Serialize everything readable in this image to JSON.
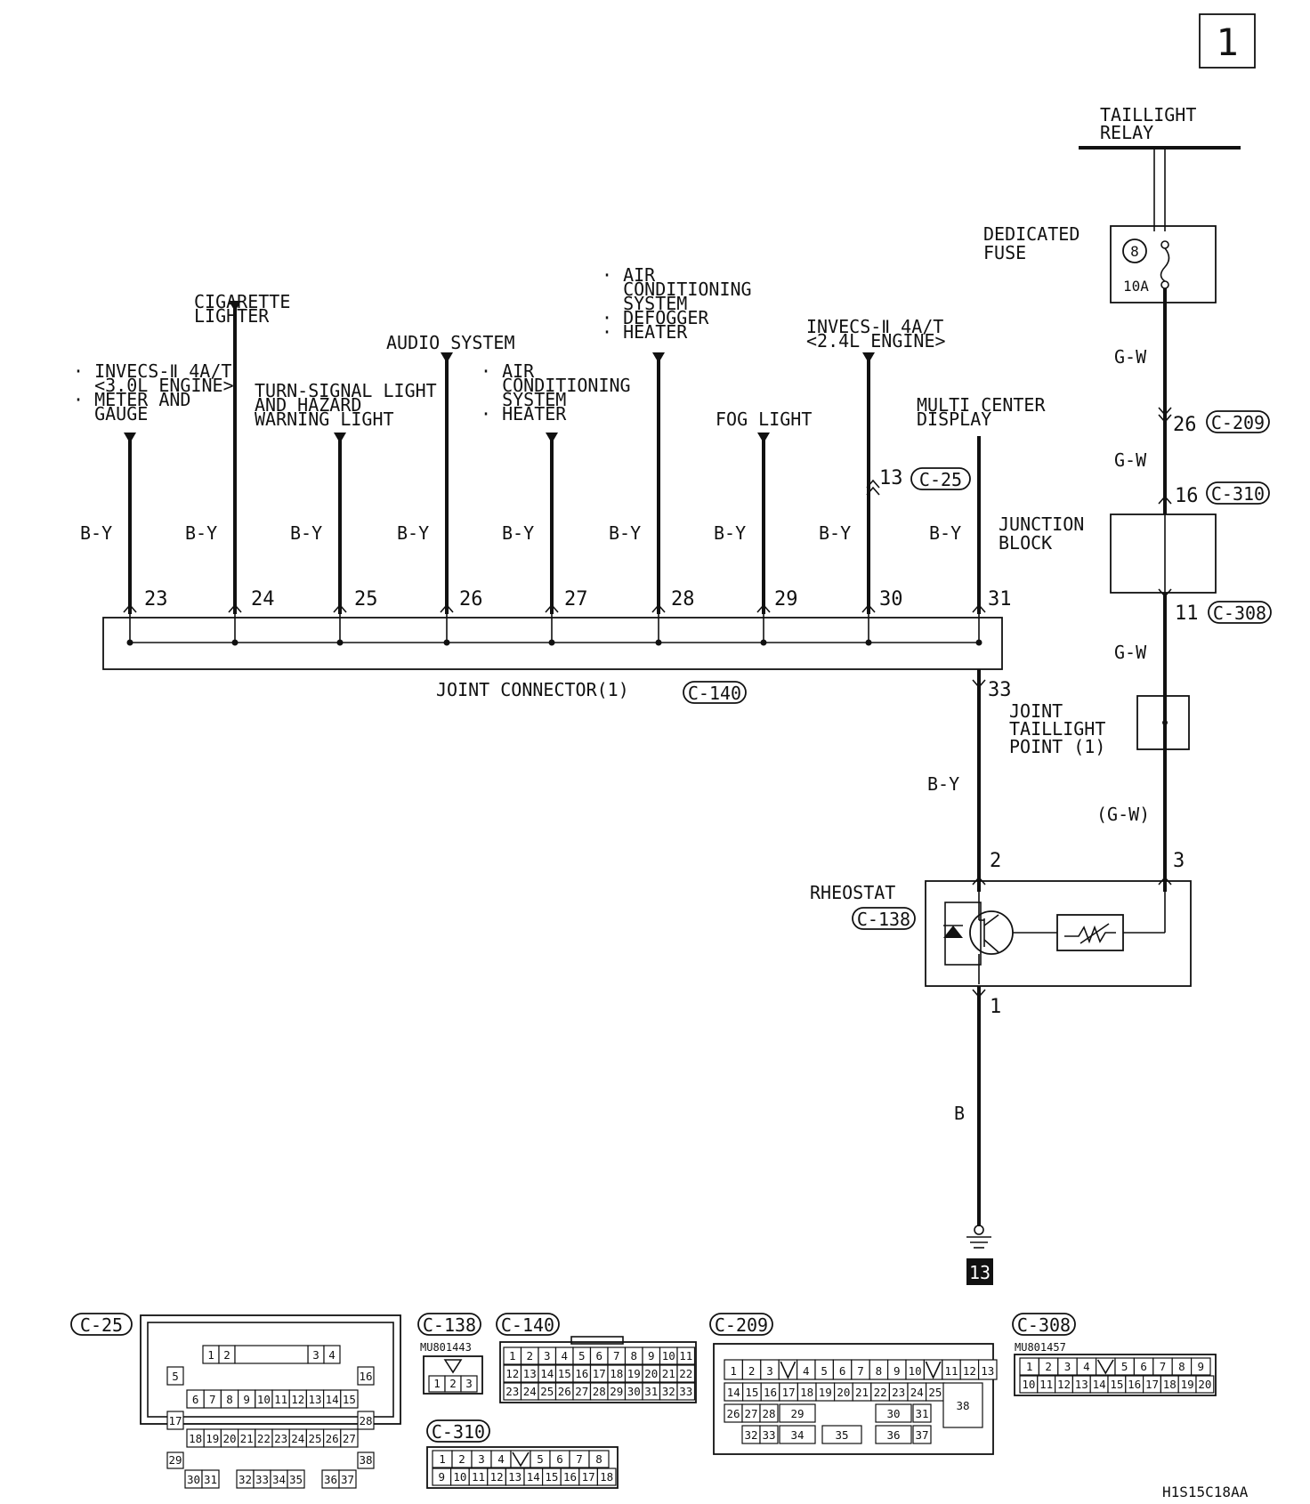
{
  "page_number": "1",
  "figure_code": "H1S15C18AA",
  "ground_number": "13",
  "top": {
    "relay": [
      "TAILLIGHT",
      "RELAY"
    ],
    "fuse_label": [
      "DEDICATED",
      "FUSE"
    ],
    "fuse_number": "8",
    "fuse_rating": "10A",
    "junction_label": [
      "JUNCTION",
      "BLOCK"
    ],
    "joint_point_label": [
      "JOINT",
      "TAILLIGHT",
      "POINT (1)"
    ],
    "rheostat_label": "RHEOSTAT"
  },
  "wires": {
    "gw": "G-W",
    "gw_paren": "(G-W)",
    "by": "B-Y",
    "b": "B"
  },
  "pins": {
    "p26": "26",
    "p16": "16",
    "p11": "11",
    "p13": "13",
    "p33": "33",
    "p2": "2",
    "p3": "3",
    "p1": "1"
  },
  "connectors": {
    "c209": "C-209",
    "c310": "C-310",
    "c308": "C-308",
    "c25": "C-25",
    "c140": "C-140",
    "c138": "C-138"
  },
  "joint_connector_label": "JOINT CONNECTOR(1)",
  "branches": [
    {
      "pin": "23",
      "label": [
        "· INVECS-Ⅱ 4A/T",
        "  <3.0L ENGINE>",
        "· METER AND",
        "  GAUGE"
      ]
    },
    {
      "pin": "24",
      "label": [
        "CIGARETTE",
        "LIGHTER"
      ]
    },
    {
      "pin": "25",
      "label": [
        "TURN-SIGNAL LIGHT",
        "AND HAZARD",
        "WARNING LIGHT"
      ]
    },
    {
      "pin": "26",
      "label": [
        "AUDIO SYSTEM"
      ]
    },
    {
      "pin": "27",
      "label": [
        "· AIR",
        "  CONDITIONING",
        "  SYSTEM",
        "· HEATER"
      ]
    },
    {
      "pin": "28",
      "label": [
        "· AIR",
        "  CONDITIONING",
        "  SYSTEM",
        "· DEFOGGER",
        "· HEATER"
      ]
    },
    {
      "pin": "29",
      "label": [
        "FOG LIGHT"
      ]
    },
    {
      "pin": "30",
      "label": [
        "INVECS-Ⅱ 4A/T",
        "<2.4L ENGINE>"
      ]
    },
    {
      "pin": "31",
      "label": [
        "MULTI CENTER",
        "DISPLAY"
      ]
    }
  ],
  "connector_views": {
    "c138_part": "MU801443",
    "c308_part": "MU801457",
    "c138_pins": [
      "1",
      "2",
      "3"
    ],
    "c140_rows": [
      [
        "1",
        "2",
        "3",
        "4",
        "5",
        "6",
        "7",
        "8",
        "9",
        "10",
        "11"
      ],
      [
        "12",
        "13",
        "14",
        "15",
        "16",
        "17",
        "18",
        "19",
        "20",
        "21",
        "22"
      ],
      [
        "23",
        "24",
        "25",
        "26",
        "27",
        "28",
        "29",
        "30",
        "31",
        "32",
        "33"
      ]
    ],
    "c310_rows": [
      [
        "1",
        "2",
        "3",
        "4",
        "",
        "5",
        "6",
        "7",
        "8"
      ],
      [
        "9",
        "10",
        "11",
        "12",
        "13",
        "14",
        "15",
        "16",
        "17",
        "18"
      ]
    ],
    "c308_rows": [
      [
        "1",
        "2",
        "3",
        "4",
        "",
        "5",
        "6",
        "7",
        "8",
        "9"
      ],
      [
        "10",
        "11",
        "12",
        "13",
        "14",
        "15",
        "16",
        "17",
        "18",
        "19",
        "20"
      ]
    ],
    "c209_rows": [
      [
        "1",
        "2",
        "3",
        "",
        "4",
        "5",
        "6",
        "7",
        "8",
        "9",
        "10",
        "",
        "11",
        "12",
        "13"
      ],
      [
        "14",
        "15",
        "16",
        "17",
        "18",
        "19",
        "20",
        "21",
        "22",
        "23",
        "24",
        "25"
      ],
      [
        "26",
        "27",
        "28",
        "29",
        "30",
        "31",
        "38"
      ],
      [
        "32",
        "33",
        "34",
        "35",
        "36",
        "37"
      ]
    ],
    "c25_rows": [
      [
        "1",
        "2",
        "3",
        "4"
      ],
      [
        "5",
        "16"
      ],
      [
        "6",
        "7",
        "8",
        "9",
        "10",
        "11",
        "12",
        "13",
        "14",
        "15"
      ],
      [
        "17",
        "28"
      ],
      [
        "18",
        "19",
        "20",
        "21",
        "22",
        "23",
        "24",
        "25",
        "26",
        "27"
      ],
      [
        "29",
        "38"
      ],
      [
        "30",
        "31",
        "32",
        "33",
        "34",
        "35",
        "36",
        "37"
      ]
    ]
  }
}
